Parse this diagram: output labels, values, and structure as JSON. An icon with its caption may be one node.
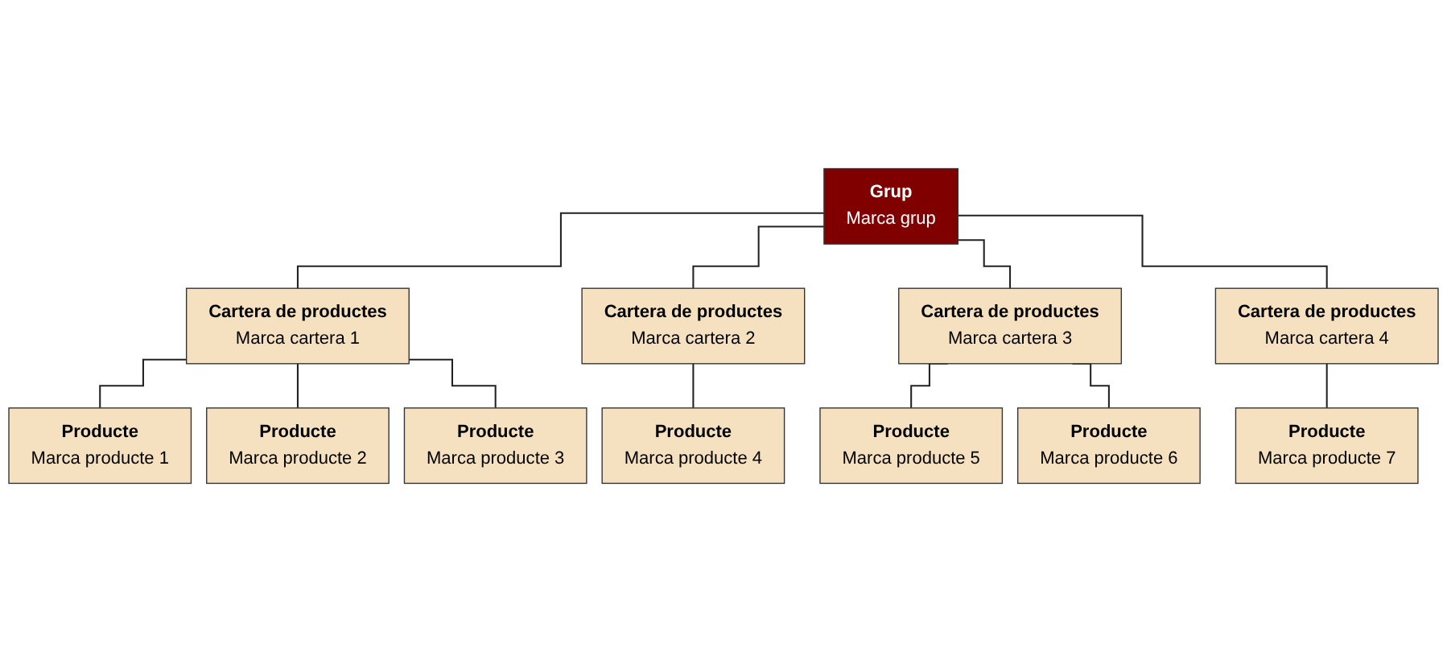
{
  "diagram": {
    "nodes": [
      {
        "text": [
          "Grup",
          "Marca grup"
        ]
      },
      {
        "text": [
          "Cartera de productes",
          "Marca cartera 1"
        ]
      },
      {
        "text": [
          "Cartera de productes",
          "Marca cartera 2"
        ]
      },
      {
        "text": [
          "Cartera de productes",
          "Marca cartera 3"
        ]
      },
      {
        "text": [
          "Cartera de productes",
          "Marca cartera 4"
        ]
      },
      {
        "text": [
          "Producte",
          "Marca producte 1"
        ]
      },
      {
        "text": [
          "Producte",
          "Marca producte 2"
        ]
      },
      {
        "text": [
          "Producte",
          "Marca producte 3"
        ]
      },
      {
        "text": [
          "Producte",
          "Marca producte 4"
        ]
      },
      {
        "text": [
          "Producte",
          "Marca producte 5"
        ]
      },
      {
        "text": [
          "Producte",
          "Marca producte 6"
        ]
      },
      {
        "text": [
          "Producte",
          "Marca producte 7"
        ]
      }
    ],
    "edges": [
      {
        "from": 0,
        "to": 1,
        "arrow": "none"
      },
      {
        "from": 0,
        "to": 2,
        "arrow": "none"
      },
      {
        "from": 0,
        "to": 3,
        "arrow": "none"
      },
      {
        "from": 0,
        "to": 4,
        "arrow": "none"
      },
      {
        "from": 1,
        "to": 5,
        "arrow": "none"
      },
      {
        "from": 1,
        "to": 6,
        "arrow": "none"
      },
      {
        "from": 1,
        "to": 7,
        "arrow": "none"
      },
      {
        "from": 2,
        "to": 8,
        "arrow": "none"
      },
      {
        "from": 3,
        "to": 9,
        "arrow": "none"
      },
      {
        "from": 3,
        "to": 10,
        "arrow": "none"
      },
      {
        "from": 4,
        "to": 11,
        "arrow": "none"
      }
    ]
  }
}
